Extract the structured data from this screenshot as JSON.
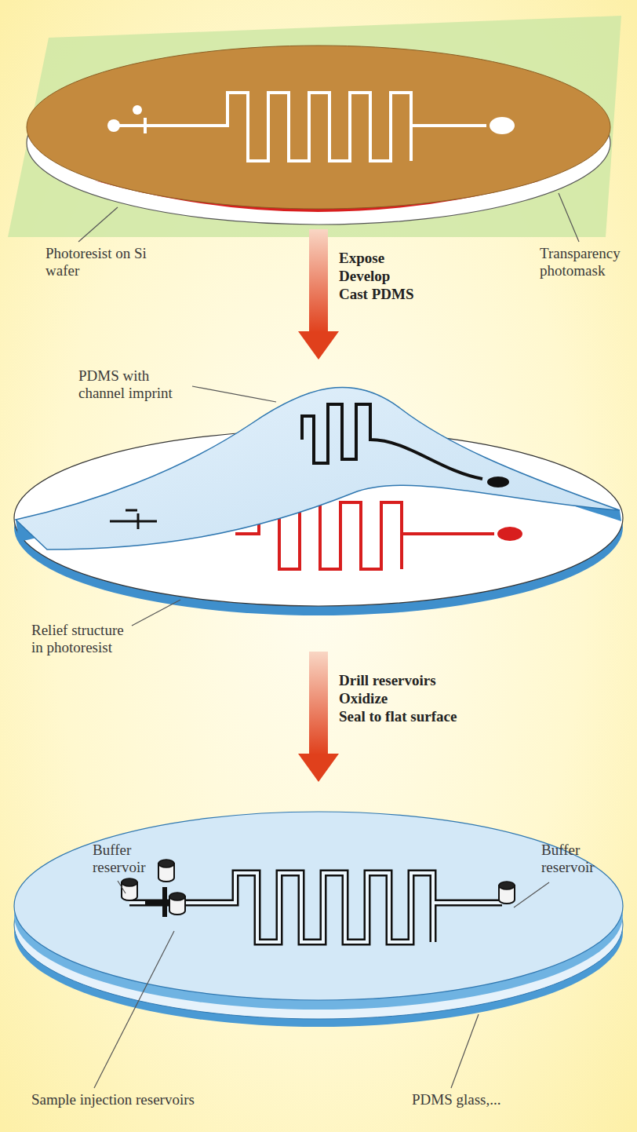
{
  "diagram": {
    "labels": [
      "Photoresist on Si wafer",
      "Transparency photomask",
      "Expose",
      "Develop",
      "Cast PDMS",
      "PDMS with channel imprint",
      "Relief structure in photoresist",
      "Drill reservoirs",
      "Oxidize",
      "Seal to flat surface",
      "Buffer reservoir",
      "Buffer reservoir",
      "Sample injection reservoirs",
      "PDMS glass,..."
    ]
  }
}
